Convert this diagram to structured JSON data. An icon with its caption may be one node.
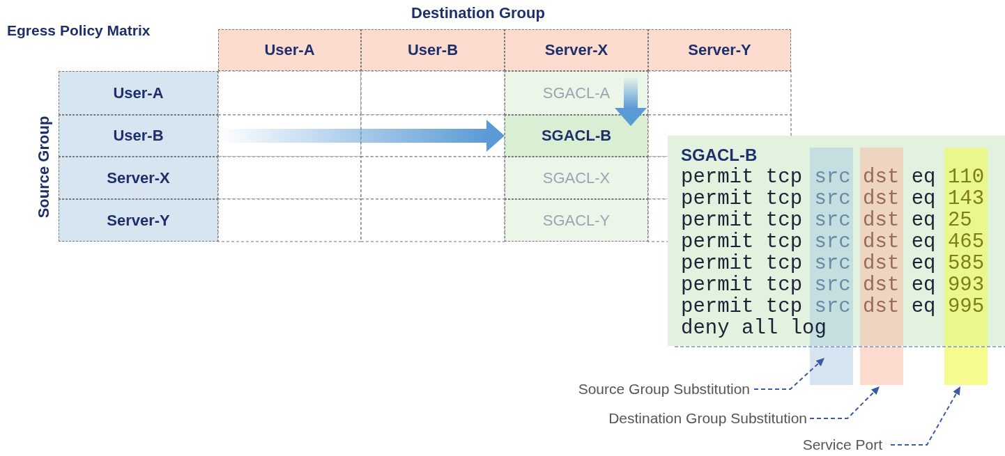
{
  "diagram": {
    "title": "Egress Policy Matrix",
    "nodes": [
      {
        "text": [
          "User-A"
        ]
      },
      {
        "text": [
          "User-B"
        ]
      },
      {
        "text": [
          "Server-X"
        ]
      },
      {
        "text": [
          "Server-Y"
        ]
      },
      {
        "text": [
          "User-A"
        ]
      },
      {
        "text": [
          "User-B"
        ]
      },
      {
        "text": [
          "Server-X"
        ]
      },
      {
        "text": [
          "Server-Y"
        ]
      },
      {
        "text": [
          "SGACL-A"
        ]
      },
      {
        "text": [
          "SGACL-B"
        ]
      },
      {
        "text": [
          "SGACL-X"
        ]
      },
      {
        "text": [
          "SGACL-Y"
        ]
      },
      {
        "text": [
          "SGACL-B",
          "permit tcp src dst eq 110",
          "permit tcp src dst eq 143",
          "permit tcp src dst eq 25",
          "permit tcp src dst eq 465",
          "permit tcp src dst eq 585",
          "permit tcp src dst eq 993",
          "permit tcp src dst eq 995",
          "deny all log"
        ]
      },
      {
        "text": [],
        "shape": "bar"
      },
      {
        "text": [],
        "shape": "bar"
      },
      {
        "text": [],
        "shape": "bar"
      },
      {
        "text": [
          "Source Group Substitution"
        ]
      },
      {
        "text": [
          "Destination Group Substitution"
        ]
      },
      {
        "text": [
          "Service Port"
        ]
      }
    ],
    "edges": [
      {
        "from": 5,
        "to": 9,
        "arrow": "to",
        "style": "thick",
        "color": "#5b9bd5"
      },
      {
        "from": 8,
        "to": 9,
        "arrow": "to",
        "style": "thick",
        "color": "#5b9bd5"
      },
      {
        "from": 16,
        "to": 13,
        "arrow": "to",
        "style": "dashed"
      },
      {
        "from": 17,
        "to": 14,
        "arrow": "to",
        "style": "dashed"
      },
      {
        "from": 18,
        "to": 15,
        "arrow": "to",
        "style": "dashed"
      }
    ],
    "labels": [
      "Destination Group",
      "Source Group"
    ]
  }
}
